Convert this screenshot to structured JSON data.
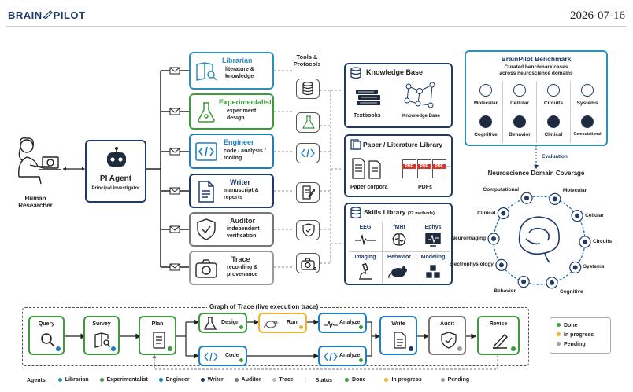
{
  "brand": {
    "left": "BRAIN",
    "right": "PILOT"
  },
  "date": "2026-07-16",
  "colors": {
    "navy": "#1f3a68",
    "librarian": "#2f8fb8",
    "experimentalist": "#3d9a3d",
    "engineer": "#1d7fbf",
    "writer": "#1f3a68",
    "auditor": "#777777",
    "trace": "#999999",
    "done": "#3fa13f",
    "inprogress": "#f2b132",
    "pending": "#9a9a9a",
    "pdf": "#d8352a"
  },
  "human": {
    "line1": "Human",
    "line2": "Researcher"
  },
  "pi": {
    "title": "PI Agent",
    "subtitle": "Principal Investigator"
  },
  "tools_title": {
    "line1": "Tools &",
    "line2": "Protocols"
  },
  "agents": [
    {
      "name": "Librarian",
      "desc1": "literature &",
      "desc2": "knowledge",
      "desc3": "",
      "icon": "book-search-icon"
    },
    {
      "name": "Experimentalist",
      "desc1": "experiment",
      "desc2": "design",
      "desc3": "",
      "icon": "flask-icon"
    },
    {
      "name": "Engineer",
      "desc1": "code / analysis /",
      "desc2": "tooling",
      "desc3": "",
      "icon": "code-icon"
    },
    {
      "name": "Writer",
      "desc1": "manuscript &",
      "desc2": "reports",
      "desc3": "",
      "icon": "document-icon"
    },
    {
      "name": "Auditor",
      "desc1": "independent",
      "desc2": "verification",
      "desc3": "",
      "icon": "shield-check-icon"
    },
    {
      "name": "Trace",
      "desc1": "recording &",
      "desc2": "provenance",
      "desc3": "",
      "icon": "camera-icon"
    }
  ],
  "knowledge_base": {
    "title": "Knowledge Base",
    "item1": "Textbooks",
    "item2": "Knowledge Base"
  },
  "paper_library": {
    "title": "Paper / Literature Library",
    "item1": "Paper corpora",
    "item2": "PDFs",
    "pdf": "PDF",
    "ellipsis": "..."
  },
  "skills_library": {
    "title": "Skills Library",
    "count": "(72 methods)",
    "skills": [
      "EEG",
      "fMRI",
      "Ephys",
      "Imaging",
      "Behavior",
      "Modeling"
    ]
  },
  "benchmark": {
    "title": "BrainPilot Benchmark",
    "sub1": "Curated benchmark cases",
    "sub2": "across neuroscience domains",
    "cells": [
      "Molecular",
      "Cellular",
      "Circuits",
      "Systems",
      "Cognitive",
      "Behavior",
      "Clinical",
      "Computational"
    ],
    "evaluation": "Evaluation"
  },
  "coverage": {
    "title": "Neuroscience Domain Coverage",
    "domains": [
      "Molecular",
      "Cellular",
      "Circuits",
      "Systems",
      "Cognitive",
      "Behavior",
      "Electrophysiology",
      "Neuroimaging",
      "Clinical",
      "Computational"
    ]
  },
  "trace_graph": {
    "title": "Graph of Trace (live execution trace)",
    "nodes": [
      "Query",
      "Survey",
      "Plan",
      "Design",
      "Run",
      "Analyze",
      "Code",
      "Analyze",
      "Write",
      "Audit",
      "Revise"
    ]
  },
  "status_legend": {
    "done": "Done",
    "inprogress": "In progress",
    "pending": "Pending"
  },
  "footer": {
    "agents_label": "Agents",
    "agents": [
      "Librarian",
      "Experimentalist",
      "Engineer",
      "Writer",
      "Auditor",
      "Trace"
    ],
    "status_label": "Status",
    "status": [
      "Done",
      "In progress",
      "Pending"
    ]
  }
}
